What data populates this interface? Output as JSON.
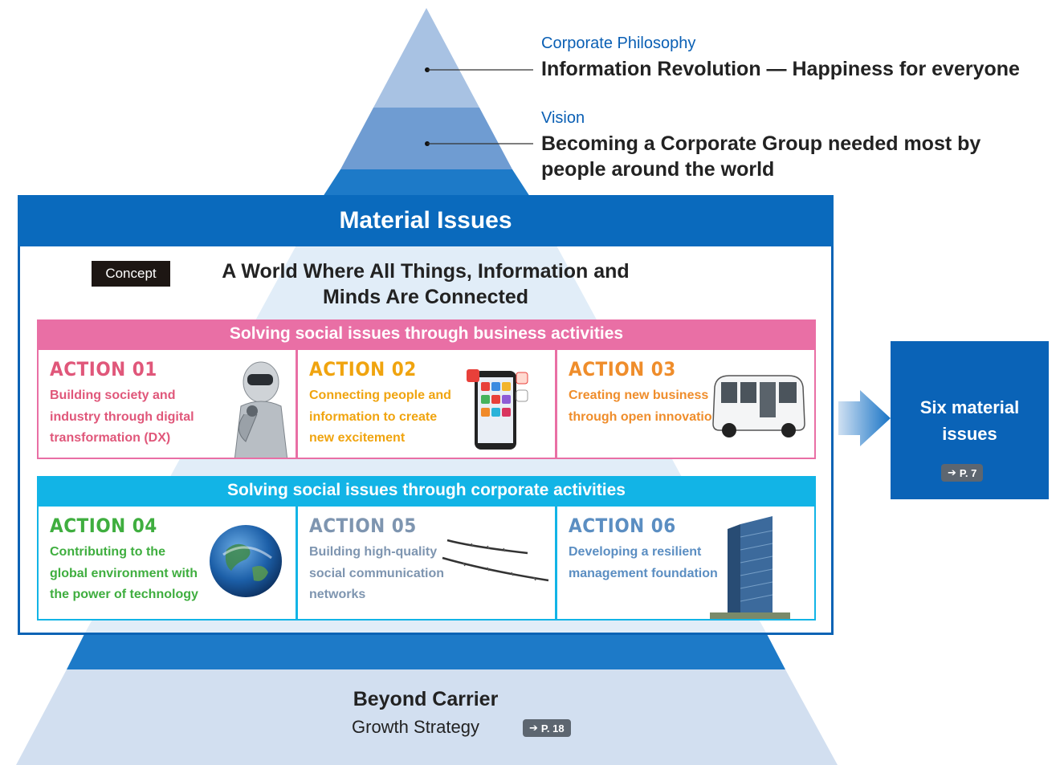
{
  "philosophy": {
    "category": "Corporate Philosophy",
    "statement": "Information Revolution — Happiness for everyone"
  },
  "vision": {
    "category": "Vision",
    "statement": "Becoming a Corporate Group needed most by people around the world"
  },
  "material_issues": {
    "title": "Material Issues",
    "concept_tag": "Concept",
    "concept_text": "A World Where All Things, Information and Minds Are Connected",
    "business_group": "Solving social issues through business activities",
    "corporate_group": "Solving social issues through corporate activities",
    "actions": [
      {
        "id": "ACTION 01",
        "text": "Building society and industry through digital transformation (DX)",
        "color": "#e0577a",
        "icon": "robot-icon"
      },
      {
        "id": "ACTION 02",
        "text": "Connecting people and information to create new excitement",
        "color": "#f0a40f",
        "icon": "smartphone-apps-icon"
      },
      {
        "id": "ACTION 03",
        "text": "Creating new business through open innovation",
        "color": "#ef8d2b",
        "icon": "autonomous-bus-icon"
      },
      {
        "id": "ACTION 04",
        "text": "Contributing to the global environment with the power of technology",
        "color": "#3fae3f",
        "icon": "earth-globe-icon"
      },
      {
        "id": "ACTION 05",
        "text": "Building high-quality social communication networks",
        "color": "#7e95b0",
        "icon": "network-cable-icon"
      },
      {
        "id": "ACTION 06",
        "text": "Developing a resilient management foundation",
        "color": "#5b8ec2",
        "icon": "office-building-icon"
      }
    ]
  },
  "side": {
    "title": "Six material issues",
    "page_ref": "P. 7"
  },
  "base": {
    "title": "Beyond Carrier",
    "subtitle": "Growth Strategy",
    "page_ref": "P. 18"
  },
  "colors": {
    "pyramid_top": "#a7c1e3",
    "pyramid_mid": "#6e9bd2",
    "pyramid_band": "#1c7ac8",
    "pyramid_inner": "#dceaf6",
    "base": "#d2dff0",
    "header": "#0a6abd",
    "pink": "#e96fa5",
    "cyan": "#12b4e6"
  }
}
